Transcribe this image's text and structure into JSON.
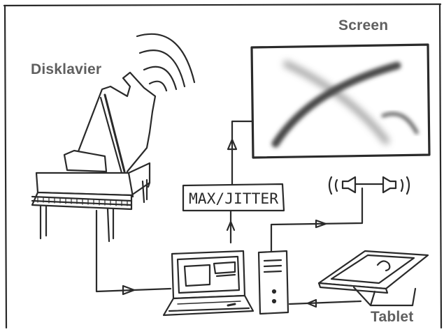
{
  "labels": {
    "disklavier": "Disklavier",
    "screen": "Screen",
    "tablet": "Tablet"
  },
  "software_box": {
    "text": "MAX/JITTER"
  },
  "colors": {
    "ink": "#2a2a2a",
    "label": "#5f5f5f",
    "blur_dark": "#4a4a4a",
    "blur_light": "#9a9a9a"
  }
}
